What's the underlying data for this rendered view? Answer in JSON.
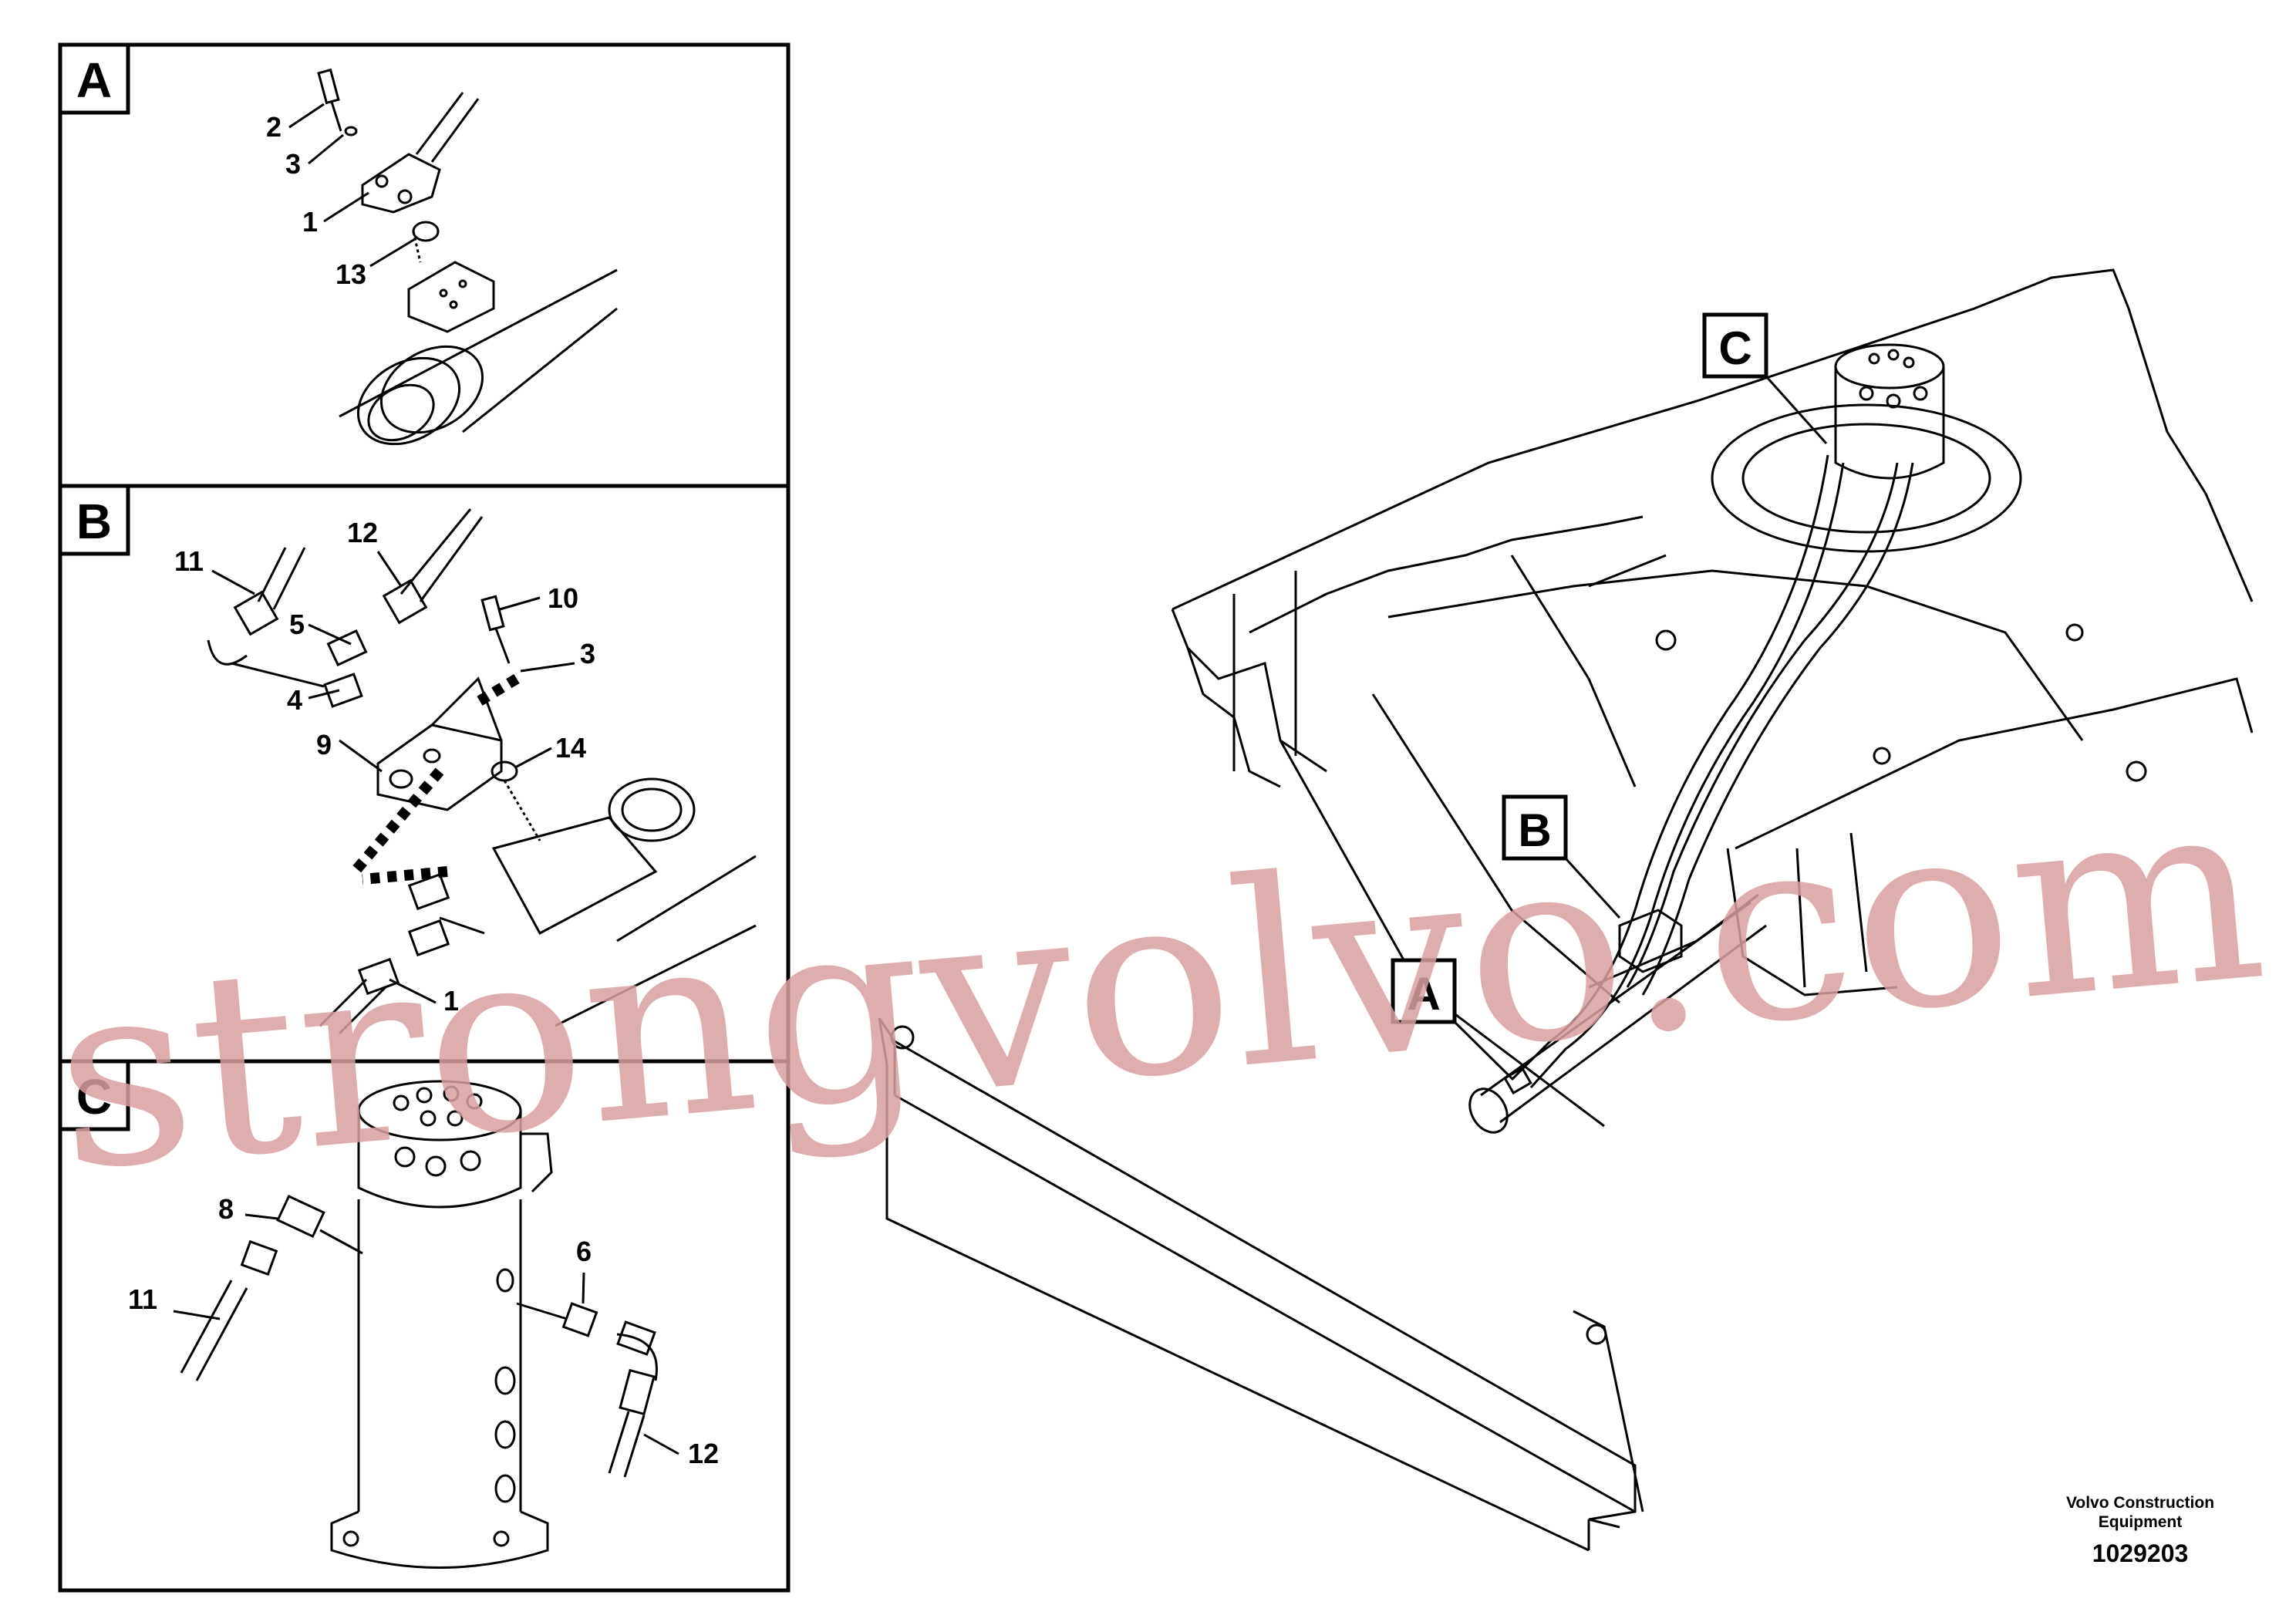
{
  "panels": {
    "A": {
      "tag": "A",
      "callouts": {
        "c2": "2",
        "c3": "3",
        "c1": "1",
        "c13": "13"
      }
    },
    "B": {
      "tag": "B",
      "callouts": {
        "c11": "11",
        "c12": "12",
        "c5": "5",
        "c10": "10",
        "c3": "3",
        "c4": "4",
        "c14": "14",
        "c9": "9",
        "c1": "1"
      }
    },
    "C": {
      "tag": "C",
      "callouts": {
        "c8": "8",
        "c6": "6",
        "c11": "11",
        "c12": "12"
      }
    }
  },
  "main_view": {
    "pointers": {
      "A": "A",
      "B": "B",
      "C": "C"
    }
  },
  "publisher": {
    "line1": "Volvo Construction",
    "line2": "Equipment",
    "figure_number": "1029203"
  },
  "watermark": "strongvolvo.com"
}
